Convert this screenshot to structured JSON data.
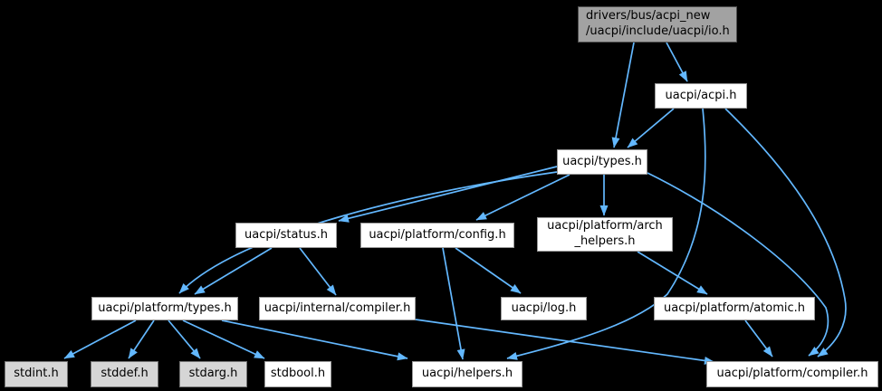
{
  "diagram": {
    "type": "include-dependency-graph",
    "colors": {
      "background": "#000000",
      "edge": "#63b8ff",
      "text": "#000000",
      "header_fill": "#ffffff",
      "header_border": "#9a9a9a",
      "external_fill": "#d6d6d6",
      "external_border": "#767676",
      "root_fill": "#a2a2a2",
      "root_border": "#4f4f4f"
    },
    "nodes": [
      {
        "id": "root",
        "label": "drivers/bus/acpi_new\n/uacpi/include/uacpi/io.h",
        "kind": "current-file",
        "clickable": false
      },
      {
        "id": "acpi",
        "label": "uacpi/acpi.h",
        "kind": "header",
        "clickable": true
      },
      {
        "id": "types",
        "label": "uacpi/types.h",
        "kind": "header",
        "clickable": true
      },
      {
        "id": "status",
        "label": "uacpi/status.h",
        "kind": "header",
        "clickable": true
      },
      {
        "id": "config",
        "label": "uacpi/platform/config.h",
        "kind": "header",
        "clickable": true
      },
      {
        "id": "arch",
        "label": "uacpi/platform/arch\n_helpers.h",
        "kind": "header",
        "clickable": true
      },
      {
        "id": "ptypes",
        "label": "uacpi/platform/types.h",
        "kind": "header",
        "clickable": true
      },
      {
        "id": "icompiler",
        "label": "uacpi/internal/compiler.h",
        "kind": "header",
        "clickable": true
      },
      {
        "id": "log",
        "label": "uacpi/log.h",
        "kind": "header",
        "clickable": true
      },
      {
        "id": "atomic",
        "label": "uacpi/platform/atomic.h",
        "kind": "header",
        "clickable": true
      },
      {
        "id": "stdint",
        "label": "stdint.h",
        "kind": "external",
        "clickable": false
      },
      {
        "id": "stddef",
        "label": "stddef.h",
        "kind": "external",
        "clickable": false
      },
      {
        "id": "stdarg",
        "label": "stdarg.h",
        "kind": "external",
        "clickable": false
      },
      {
        "id": "stdbool",
        "label": "stdbool.h",
        "kind": "header",
        "clickable": true
      },
      {
        "id": "helpers",
        "label": "uacpi/helpers.h",
        "kind": "header",
        "clickable": true
      },
      {
        "id": "pcompiler",
        "label": "uacpi/platform/compiler.h",
        "kind": "header",
        "clickable": true
      }
    ],
    "edges": [
      {
        "from": "root",
        "to": "acpi"
      },
      {
        "from": "root",
        "to": "types"
      },
      {
        "from": "acpi",
        "to": "types"
      },
      {
        "from": "acpi",
        "to": "helpers"
      },
      {
        "from": "acpi",
        "to": "pcompiler"
      },
      {
        "from": "types",
        "to": "status"
      },
      {
        "from": "types",
        "to": "config"
      },
      {
        "from": "types",
        "to": "arch"
      },
      {
        "from": "types",
        "to": "ptypes"
      },
      {
        "from": "types",
        "to": "pcompiler"
      },
      {
        "from": "status",
        "to": "ptypes"
      },
      {
        "from": "status",
        "to": "icompiler"
      },
      {
        "from": "config",
        "to": "log"
      },
      {
        "from": "config",
        "to": "helpers"
      },
      {
        "from": "arch",
        "to": "atomic"
      },
      {
        "from": "icompiler",
        "to": "pcompiler"
      },
      {
        "from": "atomic",
        "to": "pcompiler"
      },
      {
        "from": "ptypes",
        "to": "stdint"
      },
      {
        "from": "ptypes",
        "to": "stddef"
      },
      {
        "from": "ptypes",
        "to": "stdarg"
      },
      {
        "from": "ptypes",
        "to": "stdbool"
      },
      {
        "from": "ptypes",
        "to": "helpers"
      }
    ]
  }
}
